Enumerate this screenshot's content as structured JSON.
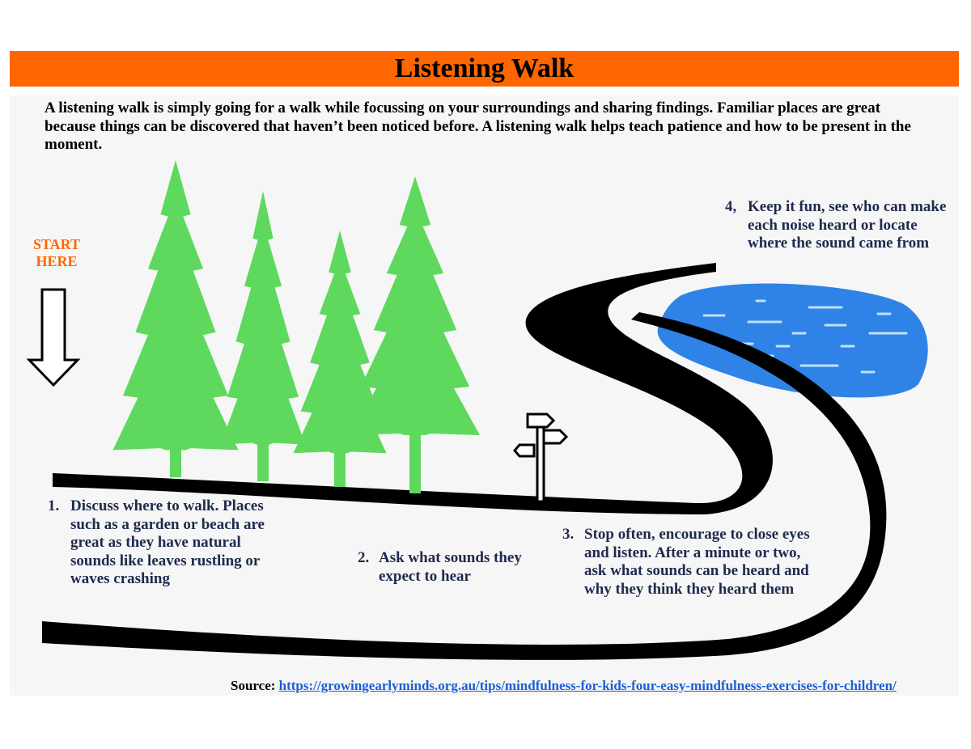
{
  "title": "Listening Walk",
  "intro": "A listening walk is simply going for a walk while focussing on your surroundings and sharing findings. Familiar places are great because things can be discovered that haven’t been noticed before. A listening walk helps teach patience and how to be present in the moment.",
  "start": {
    "line1": "START",
    "line2": "HERE"
  },
  "steps": [
    {
      "num": "1.",
      "text": "Discuss where to walk. Places such as a garden or beach are great as they have natural sounds like leaves rustling or waves crashing"
    },
    {
      "num": "2.",
      "text": "Ask what sounds they expect to hear"
    },
    {
      "num": "3.",
      "text": "Stop often, encourage to close eyes and listen. After a minute or two, ask what sounds can be heard and why they think they heard them"
    },
    {
      "num": "4,",
      "text": "Keep it fun, see who can make each noise heard or locate where the sound came from"
    }
  ],
  "source": {
    "label": "Source:",
    "url": "https://growingearlyminds.org.au/tips/mindfulness-for-kids-four-easy-mindfulness-exercises-for-children/"
  },
  "colors": {
    "header": "#ff6600",
    "start_text": "#ff6600",
    "step_text": "#1f2a4d",
    "tree": "#5ed95e",
    "lake": "#2f83e6",
    "link": "#1a5fd6",
    "path": "#000000"
  },
  "icons": [
    "down-arrow-icon",
    "tree-icon",
    "signpost-icon",
    "lake-icon"
  ]
}
